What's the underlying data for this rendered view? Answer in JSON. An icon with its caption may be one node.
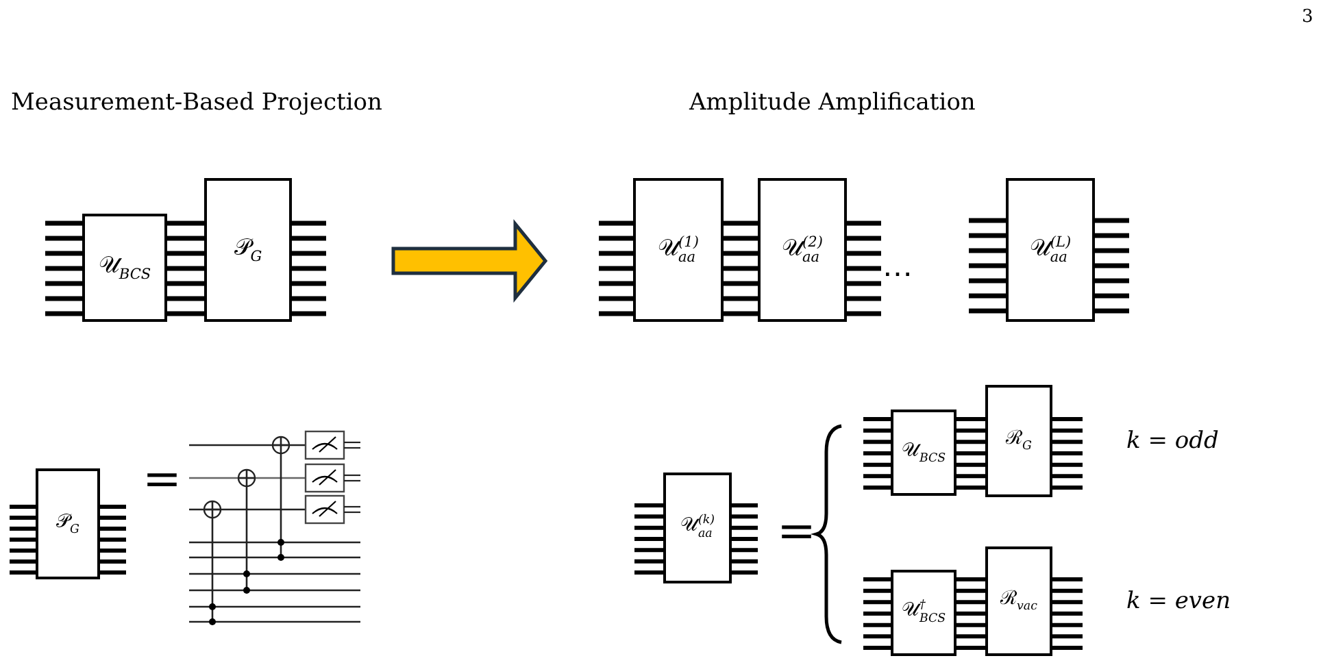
{
  "diagram": {
    "nodes": [
      {
        "text": [
          "𝒰$_{BCS}$"
        ]
      },
      {
        "text": [
          "𝒫$_{G}$"
        ]
      },
      {
        "text": [
          "𝒰$^{(1)}$$_{aa}$"
        ]
      },
      {
        "text": [
          "𝒰$^{(2)}$$_{aa}$"
        ]
      },
      {
        "text": [
          "𝒰$^{(L)}$$_{aa}$"
        ]
      },
      {
        "text": [
          "𝒫$_{G}$"
        ]
      },
      {
        "text": [
          "𝒰$^{(k)}$$_{aa}$"
        ]
      },
      {
        "text": [
          "𝒰$_{BCS}$"
        ]
      },
      {
        "text": [
          "ℛ$_{G}$"
        ]
      },
      {
        "text": [
          "𝒰$^{†}$$_{BCS}$"
        ]
      },
      {
        "text": [
          "ℛ$_{vac}$"
        ]
      }
    ],
    "edges": [
      {
        "from": 1,
        "to": 2,
        "arrow": "to",
        "style": "thick",
        "color": "#ffc000"
      },
      {
        "from": 0,
        "to": 1,
        "arrow": "none"
      },
      {
        "from": 0,
        "to": 1,
        "arrow": "none"
      },
      {
        "from": 0,
        "to": 1,
        "arrow": "none"
      },
      {
        "from": 0,
        "to": 1,
        "arrow": "none"
      },
      {
        "from": 0,
        "to": 1,
        "arrow": "none"
      },
      {
        "from": 0,
        "to": 1,
        "arrow": "none"
      },
      {
        "from": 0,
        "to": 1,
        "arrow": "none"
      },
      {
        "from": 2,
        "to": 3,
        "arrow": "none"
      },
      {
        "from": 2,
        "to": 3,
        "arrow": "none"
      },
      {
        "from": 2,
        "to": 3,
        "arrow": "none"
      },
      {
        "from": 2,
        "to": 3,
        "arrow": "none"
      },
      {
        "from": 2,
        "to": 3,
        "arrow": "none"
      },
      {
        "from": 2,
        "to": 3,
        "arrow": "none"
      },
      {
        "from": 2,
        "to": 3,
        "arrow": "none"
      },
      {
        "from": 7,
        "to": 8,
        "arrow": "none"
      },
      {
        "from": 7,
        "to": 8,
        "arrow": "none"
      },
      {
        "from": 7,
        "to": 8,
        "arrow": "none"
      },
      {
        "from": 7,
        "to": 8,
        "arrow": "none"
      },
      {
        "from": 7,
        "to": 8,
        "arrow": "none"
      },
      {
        "from": 7,
        "to": 8,
        "arrow": "none"
      },
      {
        "from": 7,
        "to": 8,
        "arrow": "none"
      },
      {
        "from": 9,
        "to": 10,
        "arrow": "none"
      },
      {
        "from": 9,
        "to": 10,
        "arrow": "none"
      },
      {
        "from": 9,
        "to": 10,
        "arrow": "none"
      },
      {
        "from": 9,
        "to": 10,
        "arrow": "none"
      },
      {
        "from": 9,
        "to": 10,
        "arrow": "none"
      },
      {
        "from": 9,
        "to": 10,
        "arrow": "none"
      },
      {
        "from": 9,
        "to": 10,
        "arrow": "none"
      }
    ],
    "labels": [
      "3",
      "Measurement-Based Projection",
      "Amplitude Amplification",
      "⋯",
      "=",
      "=",
      "k = odd",
      "k = even"
    ]
  }
}
